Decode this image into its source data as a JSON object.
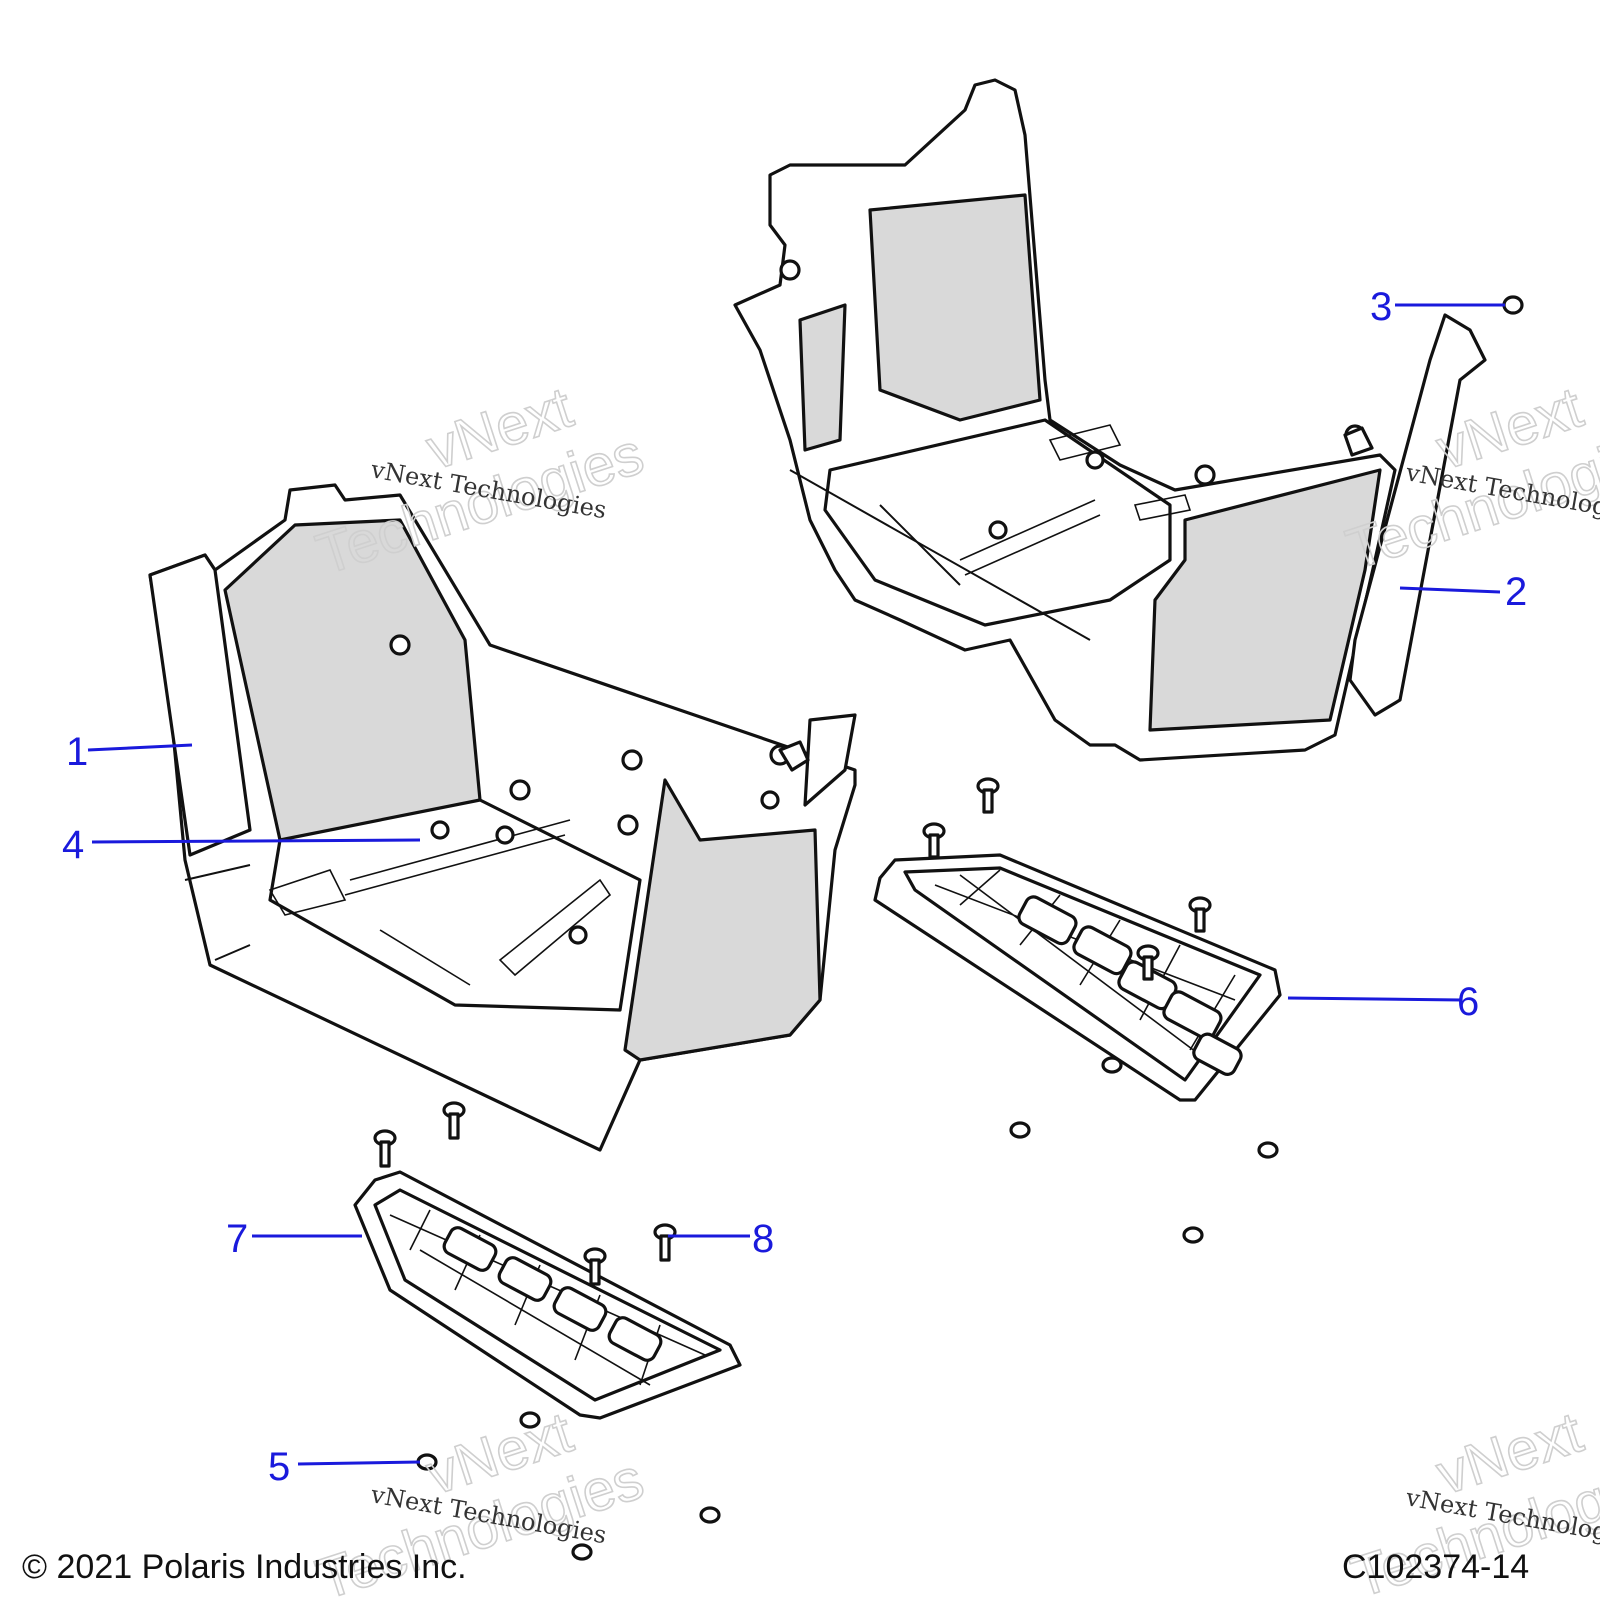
{
  "callouts": [
    {
      "id": "1",
      "label": "1"
    },
    {
      "id": "2",
      "label": "2"
    },
    {
      "id": "3",
      "label": "3"
    },
    {
      "id": "4",
      "label": "4"
    },
    {
      "id": "5",
      "label": "5"
    },
    {
      "id": "6",
      "label": "6"
    },
    {
      "id": "7",
      "label": "7"
    },
    {
      "id": "8",
      "label": "8"
    }
  ],
  "watermark": {
    "big_line_1": "vNext",
    "big_line_2": "Technologies",
    "small": "vNext Technologies"
  },
  "footer": {
    "copyright": "© 2021 Polaris Industries Inc.",
    "drawing_number": "C102374-14"
  },
  "colors": {
    "callout": "#1a1adc",
    "ink": "#111111",
    "panel_shade": "#d9d9d9"
  }
}
